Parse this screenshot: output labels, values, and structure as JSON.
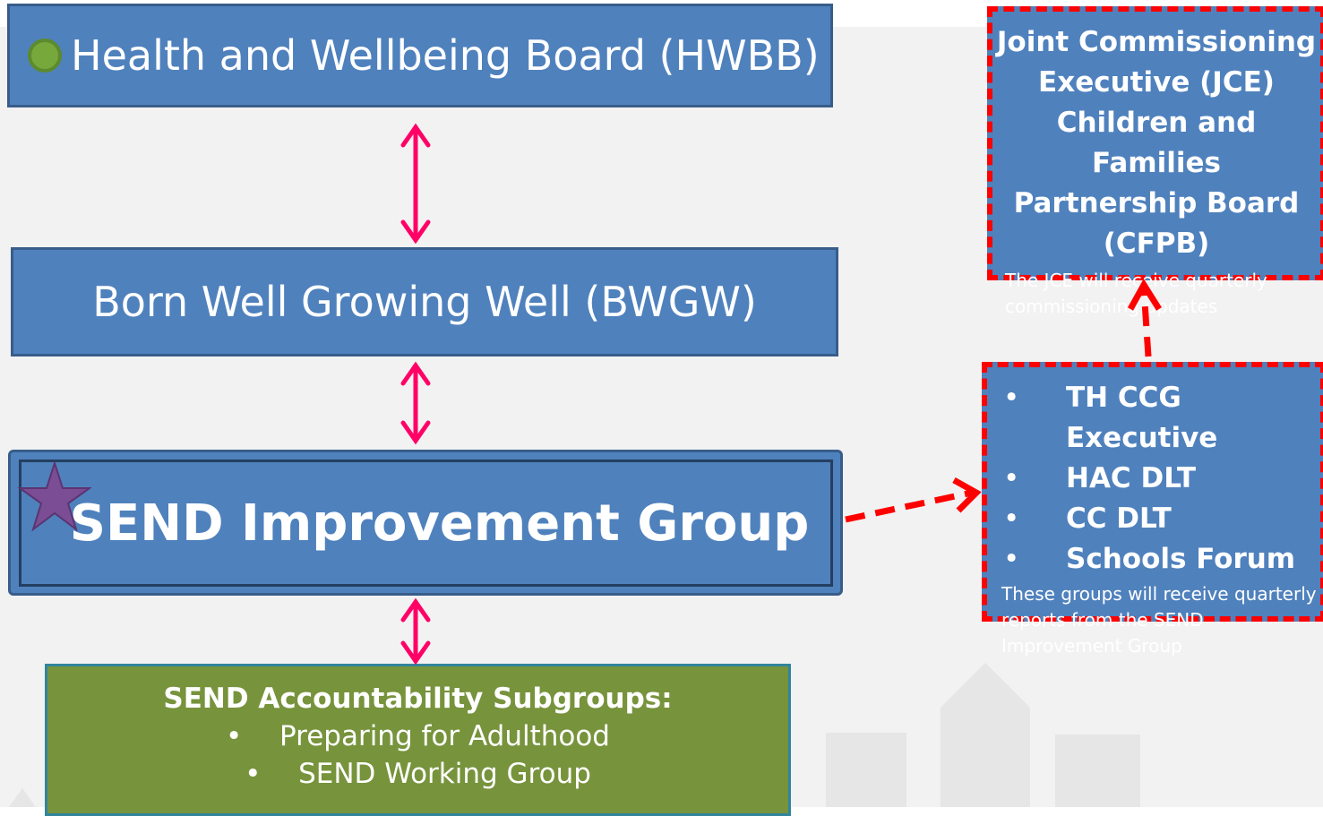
{
  "hwbb": {
    "label": "Health and Wellbeing Board (HWBB)"
  },
  "bwgw": {
    "label": "Born Well Growing Well (BWGW)"
  },
  "send_group": {
    "label": "SEND Improvement Group"
  },
  "subgroups": {
    "heading": "SEND Accountability Subgroups:",
    "items": [
      "Preparing for Adulthood",
      "SEND Working Group"
    ]
  },
  "jce": {
    "title_lines": [
      "Joint Commissioning",
      "Executive (JCE)",
      "Children and Families",
      "Partnership Board",
      "(CFPB)"
    ],
    "note": "The JCE will receive  quarterly commissioning updates"
  },
  "groups": {
    "items": [
      "TH CCG Executive",
      "HAC DLT",
      "CC DLT",
      "Schools Forum"
    ],
    "note": "These groups will receive quarterly reports from the SEND Improvement Group"
  },
  "colors": {
    "box_blue": "#4f81bd",
    "box_green": "#77933c",
    "arrow_pink": "#ff0066",
    "dashed_red": "#ff0000"
  }
}
